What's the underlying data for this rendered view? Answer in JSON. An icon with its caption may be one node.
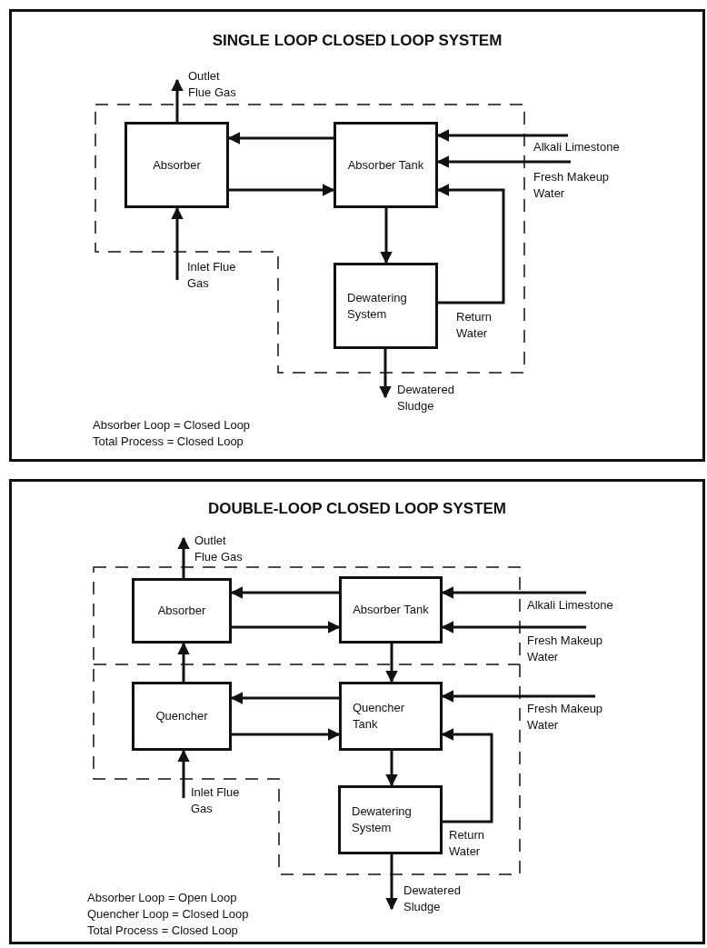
{
  "diagram": {
    "nodes": [
      {
        "text": [
          "SINGLE LOOP CLOSED LOOP SYSTEM"
        ]
      },
      {
        "text": [
          "Absorber"
        ],
        "in": 0
      },
      {
        "text": [
          "Absorber Tank"
        ],
        "in": 0
      },
      {
        "text": [
          "Dewatering System"
        ],
        "in": 0
      },
      {
        "text": [
          "DOUBLE-LOOP CLOSED LOOP SYSTEM"
        ]
      },
      {
        "text": [
          "Absorber"
        ],
        "in": 4
      },
      {
        "text": [
          "Absorber Tank"
        ],
        "in": 4
      },
      {
        "text": [
          "Quencher"
        ],
        "in": 4
      },
      {
        "text": [
          "Quencher Tank"
        ],
        "in": 4
      },
      {
        "text": [
          "Dewatering System"
        ],
        "in": 4
      }
    ],
    "edges": [
      {
        "from": 1,
        "to": null,
        "arrow": "to",
        "label": "Outlet Flue Gas"
      },
      {
        "from": null,
        "to": 1,
        "arrow": "to",
        "label": "Inlet Flue Gas"
      },
      {
        "from": 2,
        "to": 1,
        "arrow": "to"
      },
      {
        "from": 1,
        "to": 2,
        "arrow": "to"
      },
      {
        "from": null,
        "to": 2,
        "arrow": "to",
        "label": "Alkali Limestone"
      },
      {
        "from": null,
        "to": 2,
        "arrow": "to",
        "label": "Fresh Makeup Water"
      },
      {
        "from": 3,
        "to": 2,
        "arrow": "to",
        "label": "Return Water"
      },
      {
        "from": 2,
        "to": 3,
        "arrow": "to"
      },
      {
        "from": 3,
        "to": null,
        "arrow": "to",
        "label": "Dewatered Sludge"
      },
      {
        "from": 5,
        "to": null,
        "arrow": "to",
        "label": "Outlet Flue Gas"
      },
      {
        "from": 7,
        "to": 5,
        "arrow": "to"
      },
      {
        "from": null,
        "to": 7,
        "arrow": "to",
        "label": "Inlet Flue Gas"
      },
      {
        "from": 6,
        "to": 5,
        "arrow": "to"
      },
      {
        "from": 5,
        "to": 6,
        "arrow": "to"
      },
      {
        "from": 6,
        "to": 8,
        "arrow": "to"
      },
      {
        "from": 8,
        "to": 7,
        "arrow": "to"
      },
      {
        "from": 7,
        "to": 8,
        "arrow": "to"
      },
      {
        "from": null,
        "to": 6,
        "arrow": "to",
        "label": "Alkali Limestone"
      },
      {
        "from": null,
        "to": 6,
        "arrow": "to",
        "label": "Fresh Makeup Water"
      },
      {
        "from": null,
        "to": 8,
        "arrow": "to",
        "label": "Fresh Makeup Water"
      },
      {
        "from": 9,
        "to": 8,
        "arrow": "to",
        "label": "Return Water"
      },
      {
        "from": 8,
        "to": 9,
        "arrow": "to"
      },
      {
        "from": 9,
        "to": null,
        "arrow": "to",
        "label": "Dewatered Sludge"
      }
    ],
    "labels": [
      "Absorber Loop = Closed Loop",
      "Total Process = Closed Loop",
      "Absorber Loop = Open Loop",
      "Quencher Loop = Closed Loop",
      "Total Process = Closed Loop"
    ]
  }
}
